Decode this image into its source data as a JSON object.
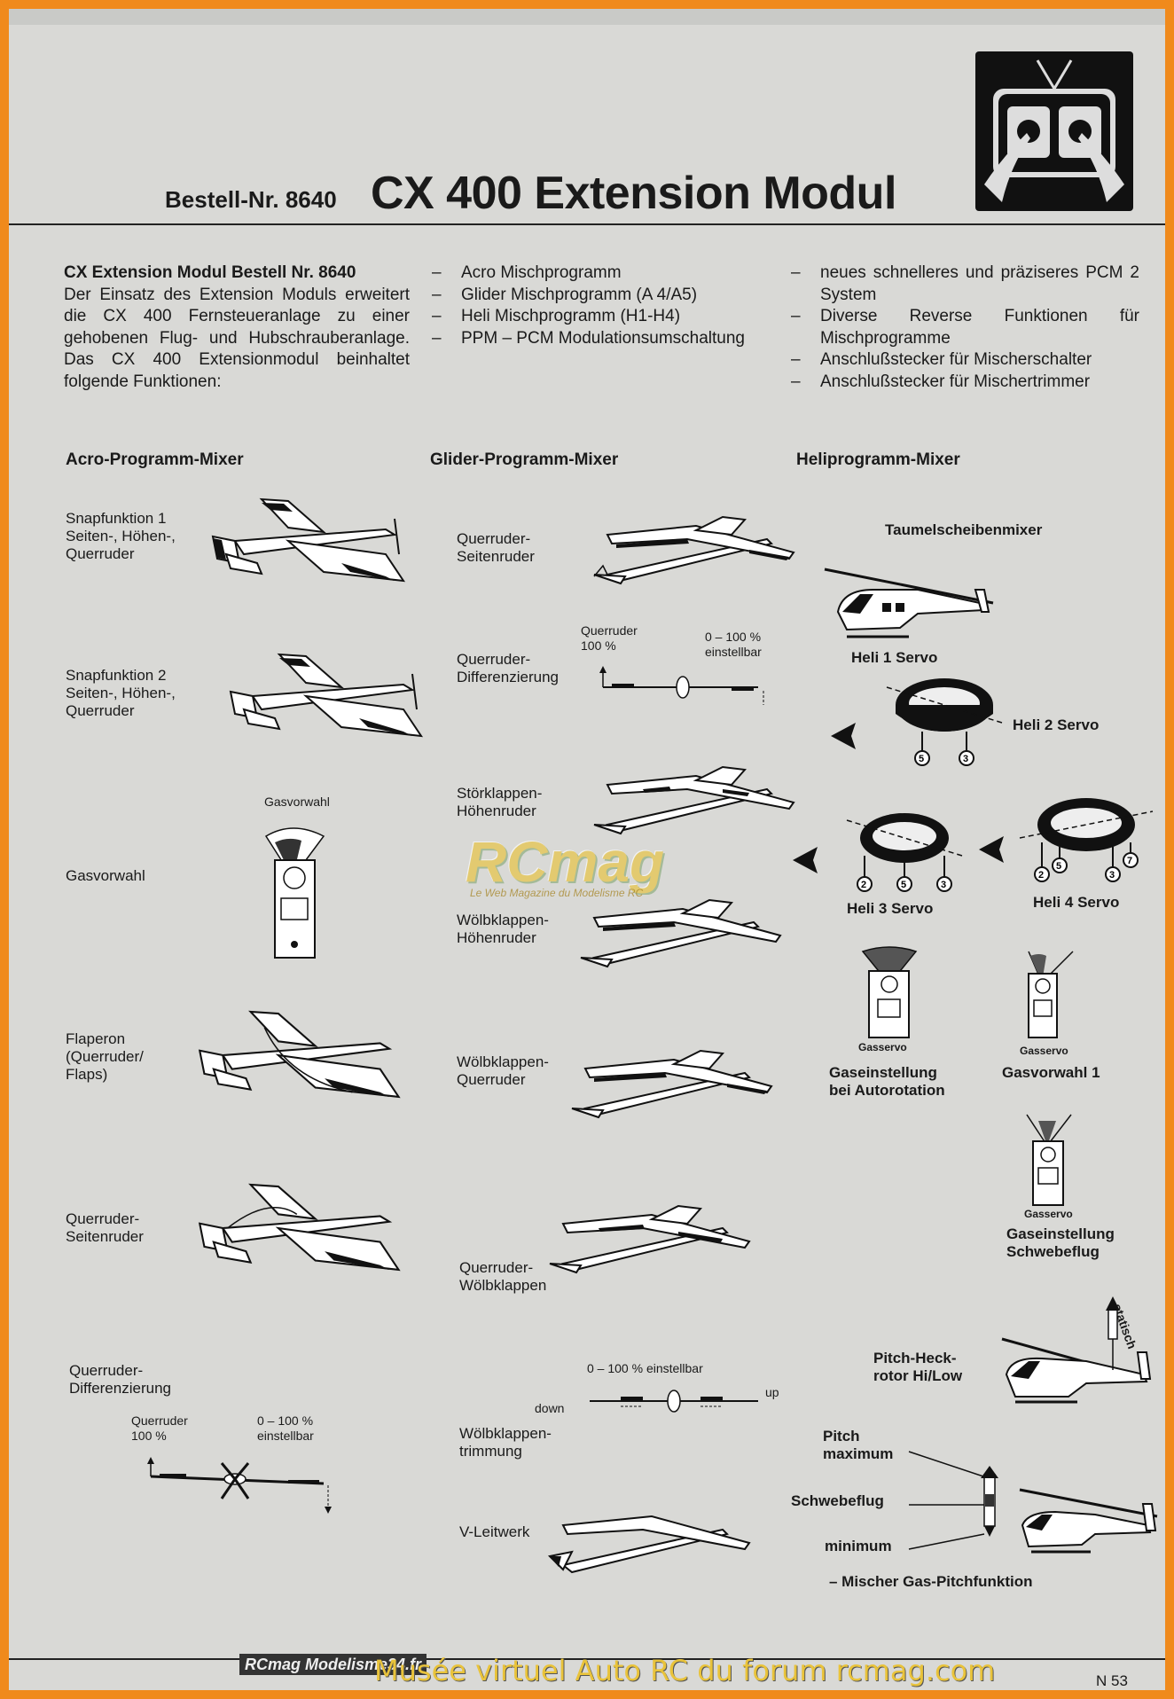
{
  "header": {
    "order_label": "Bestell-Nr. 8640",
    "title": "CX 400 Extension Modul"
  },
  "intro": {
    "heading": "CX Extension Modul Bestell Nr. 8640",
    "text": "Der Einsatz des Extension Moduls erweitert die CX 400 Fernsteueranlage zu einer gehobenen Flug- und Hubschrauberanlage. Das CX 400 Extensionmodul beinhaltet folgende Funktionen:"
  },
  "features_col2": [
    "Acro Mischprogramm",
    "Glider Mischprogramm (A 4/A5)",
    "Heli Mischprogramm (H1-H4)",
    "PPM – PCM Modulationsumschaltung"
  ],
  "features_col3": [
    "neues schnelleres und präziseres PCM 2 System",
    "Diverse Reverse Funktionen für Mischprogramme",
    "Anschlußstecker für Mischerschalter",
    "Anschlußstecker für Mischertrimmer"
  ],
  "sections": {
    "acro": {
      "title": "Acro-Programm-Mixer",
      "items": [
        "Snapfunktion 1\nSeiten-, Höhen-,\nQuerruder",
        "Snapfunktion 2\nSeiten-, Höhen-,\nQuerruder",
        "Gasvorwahl",
        "Flaperon\n(Querruder/\nFlaps)",
        "Querruder-\nSeitenruder",
        "Querruder-\nDifferenzierung"
      ],
      "gasvorwahl_caption": "Gasvorwahl",
      "diff_left": "Querruder\n100 %",
      "diff_right": "0 – 100 %\neinstellbar"
    },
    "glider": {
      "title": "Glider-Programm-Mixer",
      "items": [
        "Querruder-\nSeitenruder",
        "Querruder-\nDifferenzierung",
        "Störklappen-\nHöhenruder",
        "Wölbklappen-\nHöhenruder",
        "Wölbklappen-\nQuerruder",
        "Querruder-\nWölbklappen",
        "Wölbklappen-\ntrimmung",
        "V-Leitwerk"
      ],
      "diff_left": "Querruder\n100 %",
      "diff_right": "0 – 100 %\neinstellbar",
      "trim_range": "0 – 100 % einstellbar",
      "trim_down": "down",
      "trim_up": "up"
    },
    "heli": {
      "title": "Heliprogramm-Mixer",
      "swashplate_mixer": "Taumelscheibenmixer",
      "servo1": "Heli 1 Servo",
      "servo2": "Heli 2 Servo",
      "servo3": "Heli 3 Servo",
      "servo4": "Heli 4 Servo",
      "gasservo": "Gasservo",
      "gas_autorotation": "Gaseinstellung\nbei Autorotation",
      "gasvorwahl1": "Gasvorwahl 1",
      "gas_hover": "Gaseinstellung\nSchwebeflug",
      "pitch_tail": "Pitch-Heck-\nrotor Hi/Low",
      "static_label": "statisch",
      "pitch_max": "Pitch\nmaximum",
      "pitch_hover": "Schwebeflug",
      "pitch_min": "minimum",
      "gas_pitch": "–  Mischer Gas-Pitchfunktion"
    }
  },
  "watermark": {
    "center_logo": "RCmag",
    "center_sub": "Le Web Magazine du Modelisme RC",
    "footer_logo": "RCmag Modelisme34.fr",
    "footer_text": "Musée virtuel Auto RC du forum rcmag.com"
  },
  "footer": {
    "page_number": "N 53"
  }
}
